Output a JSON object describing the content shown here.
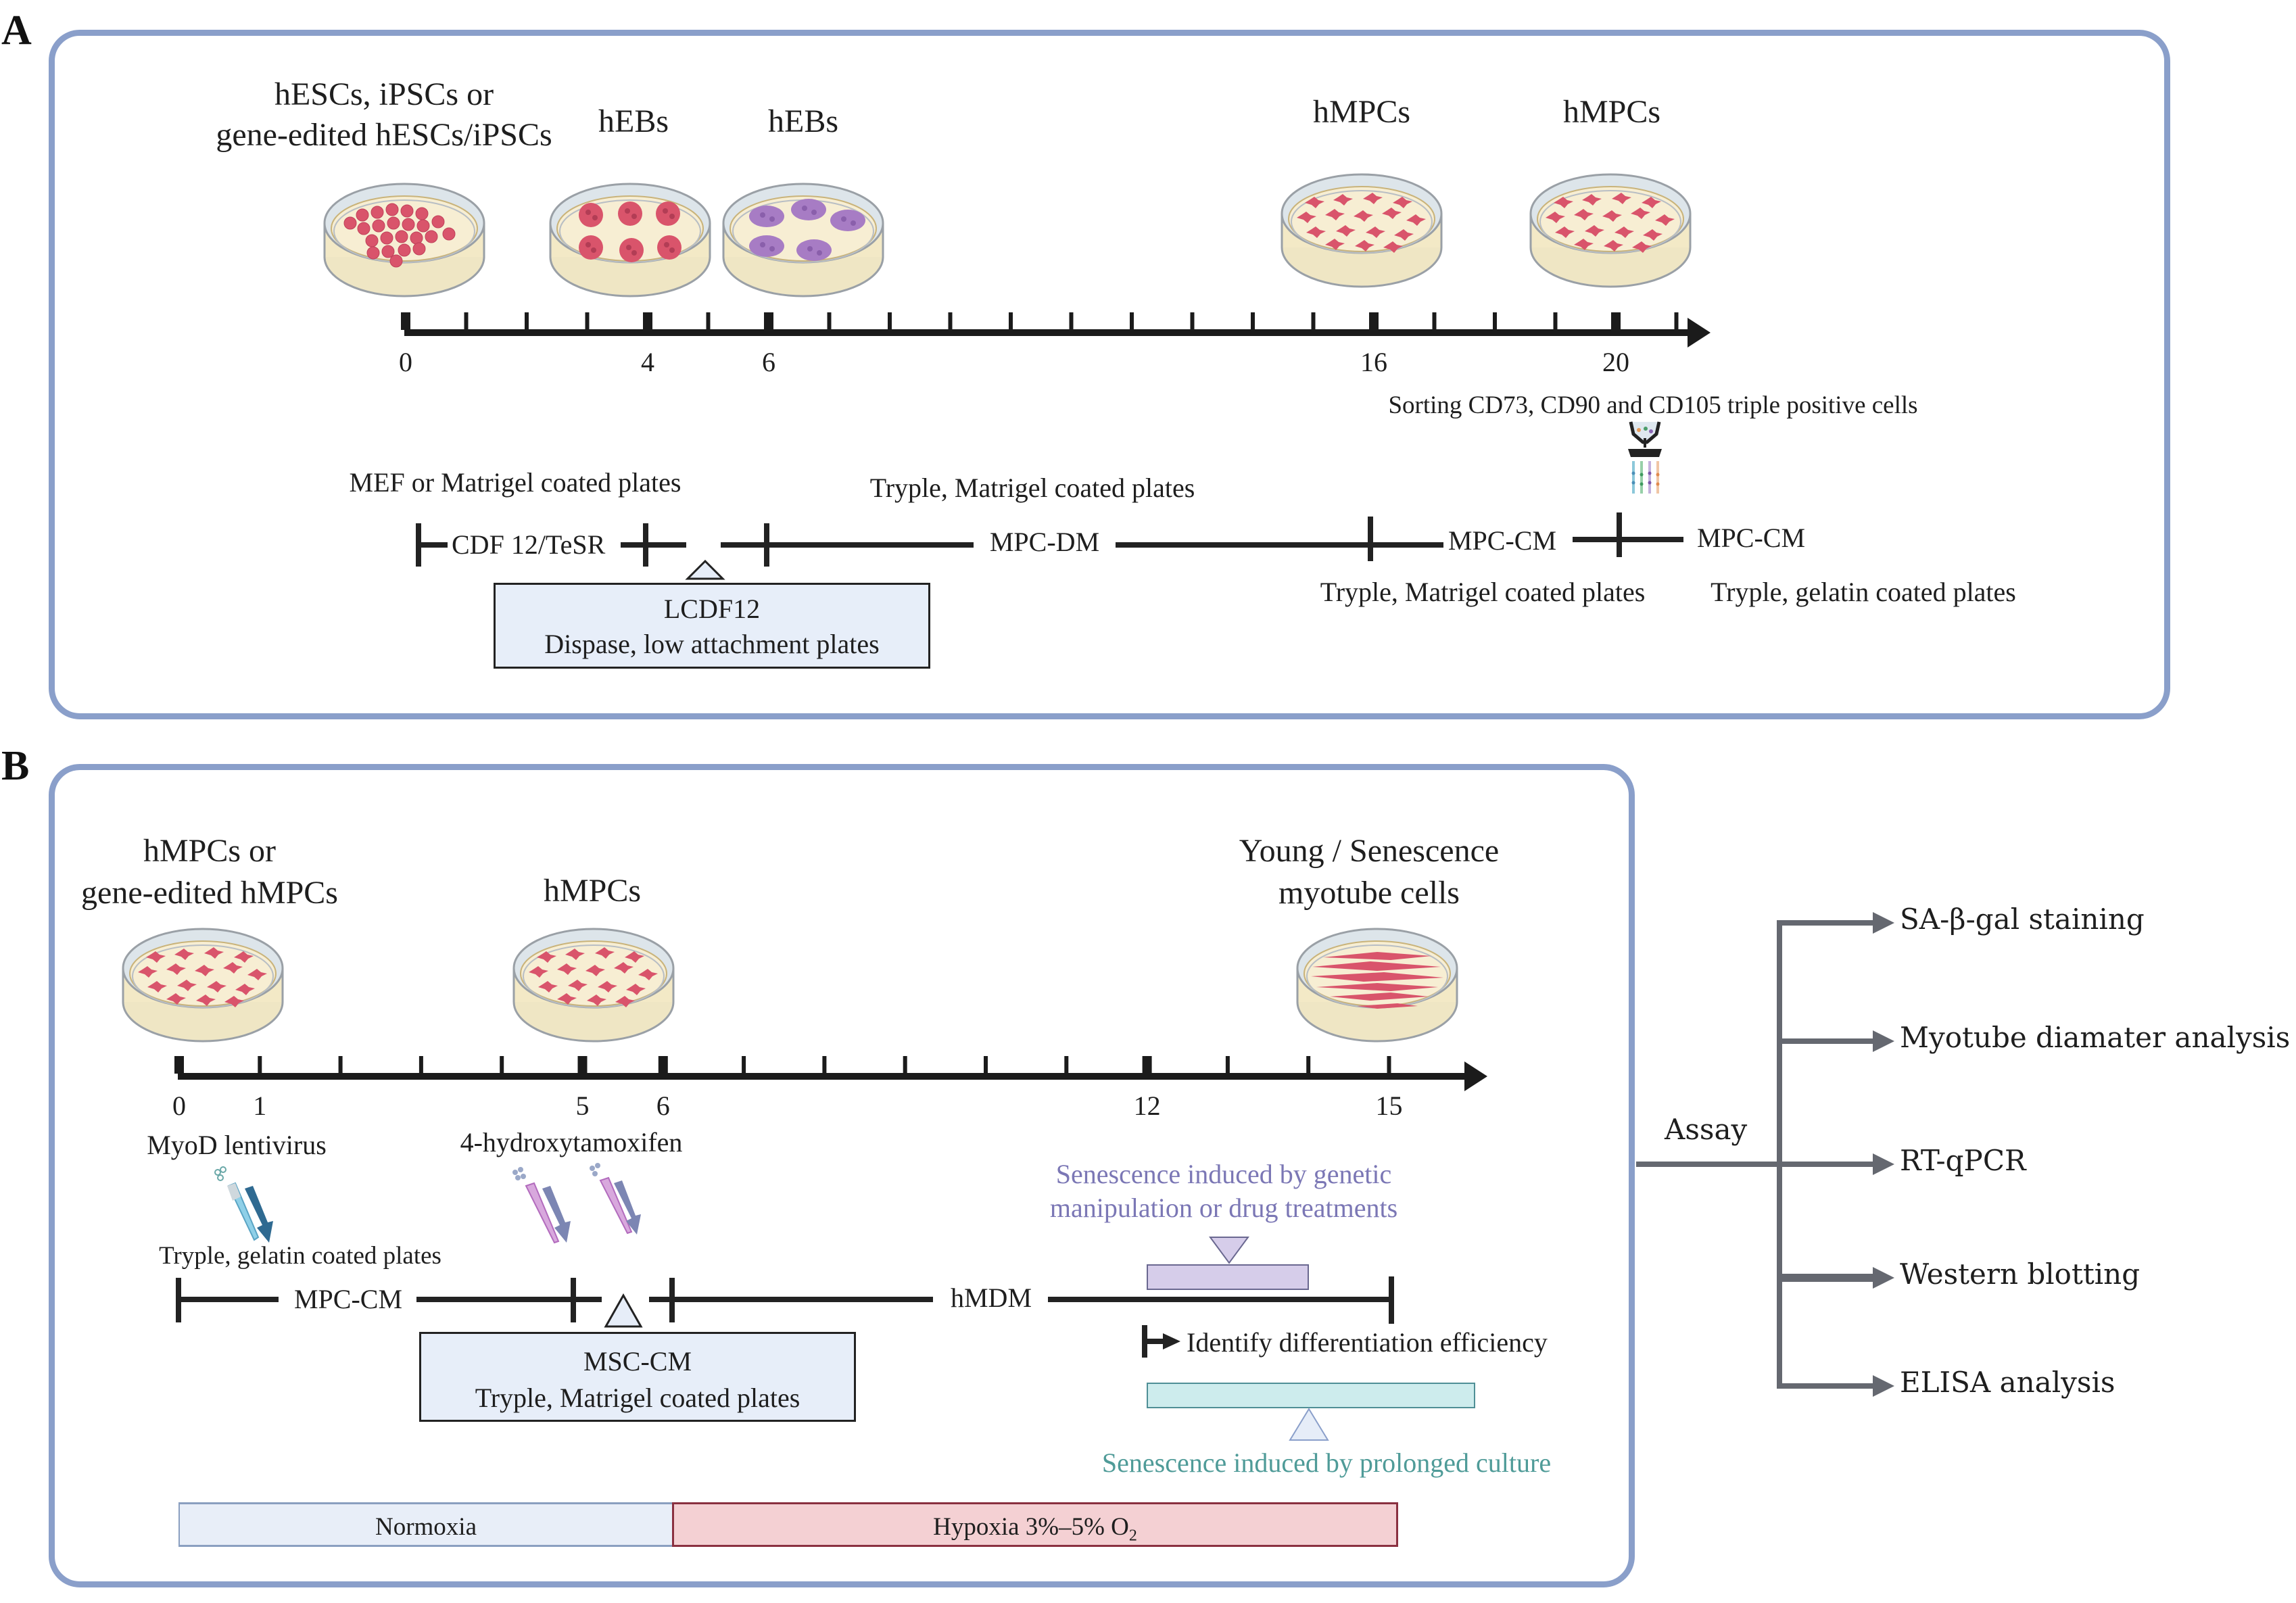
{
  "panels": {
    "a_label": "A",
    "b_label": "B"
  },
  "panel_a": {
    "stages": [
      {
        "label_lines": [
          "hESCs, iPSCs or",
          "gene-edited hESCs/iPSCs"
        ],
        "dish": "dense-colonies",
        "day": 0
      },
      {
        "label_lines": [
          "hEBs"
        ],
        "dish": "embryoid-bodies-red",
        "day": 4
      },
      {
        "label_lines": [
          "hEBs"
        ],
        "dish": "embryoid-bodies-purple",
        "day": 6
      },
      {
        "label_lines": [
          "hMPCs"
        ],
        "dish": "spindle-cells",
        "day": 16
      },
      {
        "label_lines": [
          "hMPCs"
        ],
        "dish": "spindle-cells",
        "day": 20
      }
    ],
    "timeline": {
      "max_tick": 21,
      "major_ticks": [
        0,
        4,
        6,
        16,
        20
      ],
      "tick_labels": [
        "0",
        "4",
        "6",
        "16",
        "20"
      ]
    },
    "sorting_label": "Sorting CD73, CD90 and CD105 triple positive cells",
    "sorter_icon": "cell-sorter-icon",
    "protocol": {
      "top_left_note": "MEF or Matrigel coated plates",
      "top_mid_note": "Tryple, Matrigel coated plates",
      "segments": [
        "CDF 12/TeSR",
        "MPC-DM",
        "MPC-CM",
        "MPC-CM"
      ],
      "bottom_notes": [
        "Tryple, Matrigel coated plates",
        "Tryple, gelatin coated plates"
      ],
      "box_lines": [
        "LCDF12",
        "Dispase, low attachment plates"
      ]
    }
  },
  "panel_b": {
    "stages": [
      {
        "label_lines": [
          "hMPCs or",
          "gene-edited hMPCs"
        ],
        "dish": "spindle-cells",
        "day": 0
      },
      {
        "label_lines": [
          "hMPCs"
        ],
        "dish": "spindle-cells",
        "day": 5
      },
      {
        "label_lines": [
          "Young / Senescence",
          "myotube cells"
        ],
        "dish": "myotubes",
        "day": 15
      }
    ],
    "timeline": {
      "max_tick": 15,
      "major_ticks": [
        0,
        5,
        6,
        12
      ],
      "tick_labels": [
        "0",
        "1",
        "5",
        "6",
        "12",
        "15"
      ],
      "tick_label_days": [
        0,
        1,
        5,
        6,
        12,
        15
      ]
    },
    "treatments": {
      "myod": "MyoD lentivirus",
      "tamoxifen": "4-hydroxytamoxifen"
    },
    "protocol": {
      "top_note": "Tryple, gelatin coated plates",
      "segments": [
        "MPC-CM",
        "hMDM"
      ],
      "box_lines": [
        "MSC-CM",
        "Tryple, Matrigel coated plates"
      ]
    },
    "senescence": {
      "genetic_lines": [
        "Senescence induced by genetic",
        "manipulation or drug treatments"
      ],
      "genetic_color": "#7b77b5",
      "identify": "Identify differentiation efficiency",
      "prolonged": "Senescence induced by prolonged culture",
      "prolonged_color": "#4f9b98"
    },
    "oxygen": {
      "normoxia": "Normoxia",
      "hypoxia": "Hypoxia 3%–5% O",
      "hypoxia_sub": "2"
    }
  },
  "assay": {
    "label": "Assay",
    "items": [
      "SA-β-gal staining",
      "Myotube diamater analysis",
      "RT-qPCR",
      "Western blotting",
      "ELISA analysis"
    ]
  },
  "colors": {
    "panel_border": "#8a9fca",
    "assay_arrow": "#656870",
    "cell_red": "#d9546b",
    "cell_purple": "#a77cc4",
    "medium": "#f6eccb",
    "box_fill": "#e7eef9",
    "genetic_bar": "#d6cdea",
    "prolonged_bar": "#cdeced",
    "normoxia_fill": "#e8eef8",
    "hypoxia_fill": "#f4d0d3"
  }
}
